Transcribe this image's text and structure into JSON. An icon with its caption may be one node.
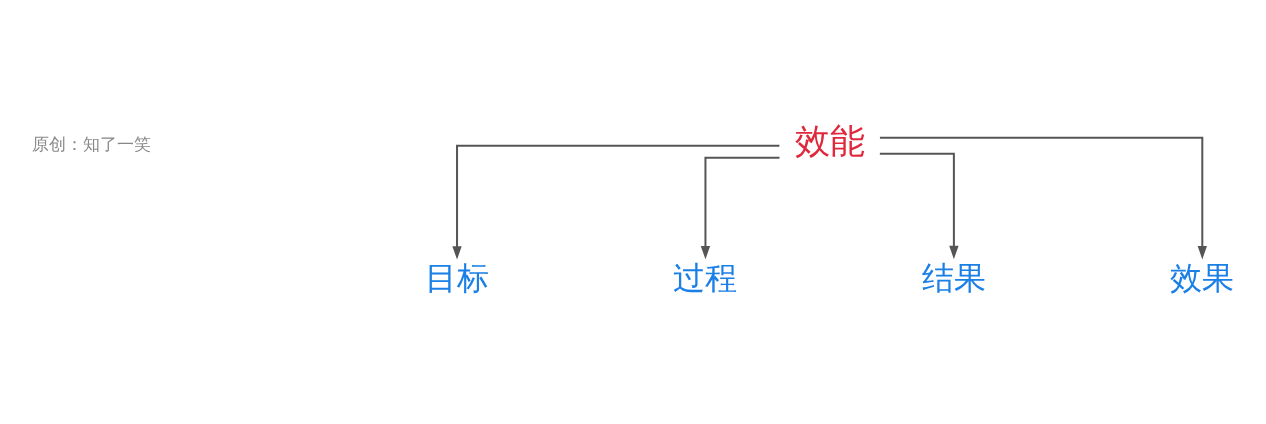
{
  "diagram": {
    "nodes": [
      {
        "text": [
          "效能"
        ]
      },
      {
        "text": [
          "目标"
        ]
      },
      {
        "text": [
          "过程"
        ]
      },
      {
        "text": [
          "结果"
        ]
      },
      {
        "text": [
          "效果"
        ]
      }
    ],
    "edges": [
      {
        "from": 0,
        "to": 1,
        "arrow": "to"
      },
      {
        "from": 0,
        "to": 2,
        "arrow": "to"
      },
      {
        "from": 0,
        "to": 3,
        "arrow": "to"
      },
      {
        "from": 0,
        "to": 4,
        "arrow": "to"
      }
    ],
    "labels": [
      "原创：知了一笑"
    ]
  }
}
